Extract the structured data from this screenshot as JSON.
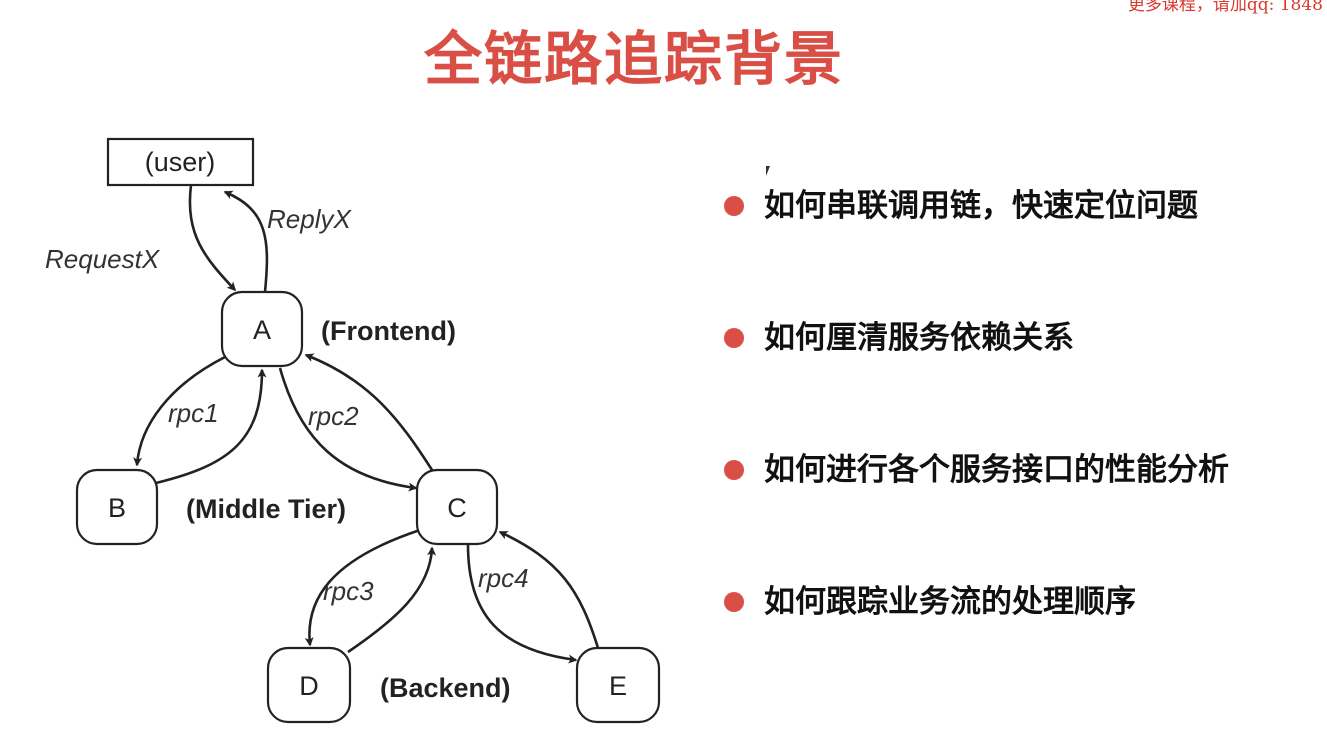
{
  "watermark": "更多课程，请加qq: 1848",
  "title": "全链路追踪背景",
  "diagram": {
    "nodes": {
      "user": "(user)",
      "A": "A",
      "B": "B",
      "C": "C",
      "D": "D",
      "E": "E"
    },
    "tiers": {
      "frontend": "(Frontend)",
      "middle": "(Middle Tier)",
      "backend": "(Backend)"
    },
    "edges": {
      "request": "RequestX",
      "reply": "ReplyX",
      "rpc1": "rpc1",
      "rpc2": "rpc2",
      "rpc3": "rpc3",
      "rpc4": "rpc4"
    }
  },
  "bullets": [
    "如何串联调用链，快速定位问题",
    "如何厘清服务依赖关系",
    "如何进行各个服务接口的性能分析",
    "如何跟踪业务流的处理顺序"
  ],
  "colors": {
    "accent": "#d94f45"
  }
}
